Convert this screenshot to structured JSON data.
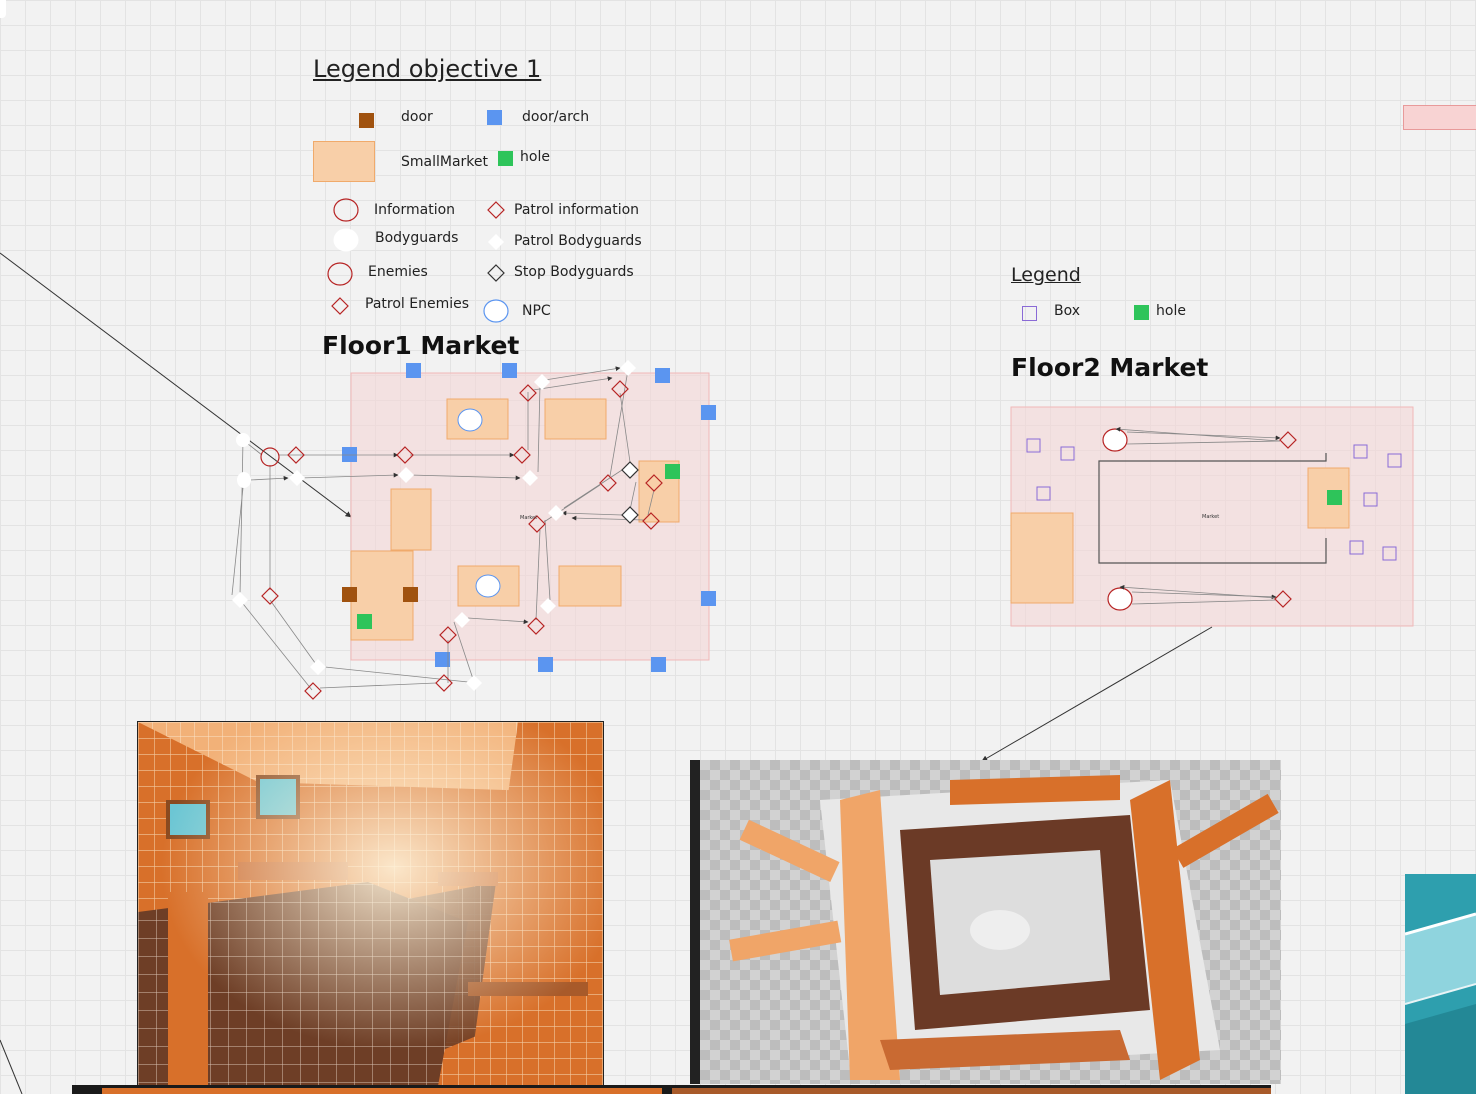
{
  "colors": {
    "door": "#a0520f",
    "door_arch": "#5b95f0",
    "hole": "#2ec45a",
    "small_market": "#f8cfa8",
    "market_zone": "#f4d6d6",
    "enemy_red": "#b72424",
    "npc_blue": "#5b95f0",
    "box_purple": "#8a6ad6"
  },
  "legend1": {
    "title": "Legend objective 1",
    "door": "door",
    "door_arch": "door/arch",
    "small_market": "SmallMarket",
    "hole": "hole",
    "information": "Information",
    "patrol_information": "Patrol information",
    "bodyguards": "Bodyguards",
    "patrol_bodyguards": "Patrol Bodyguards",
    "enemies": "Enemies",
    "stop_bodyguards": "Stop Bodyguards",
    "patrol_enemies": "Patrol Enemies",
    "npc": "NPC"
  },
  "legend2": {
    "title": "Legend",
    "box": "Box",
    "hole": "hole"
  },
  "floor1": {
    "title": "Floor1 Market",
    "market_label": "Market"
  },
  "floor2": {
    "title": "Floor2 Market",
    "market_label": "Market"
  },
  "images": {
    "render1": "interior-render",
    "render2": "top-down-render"
  }
}
